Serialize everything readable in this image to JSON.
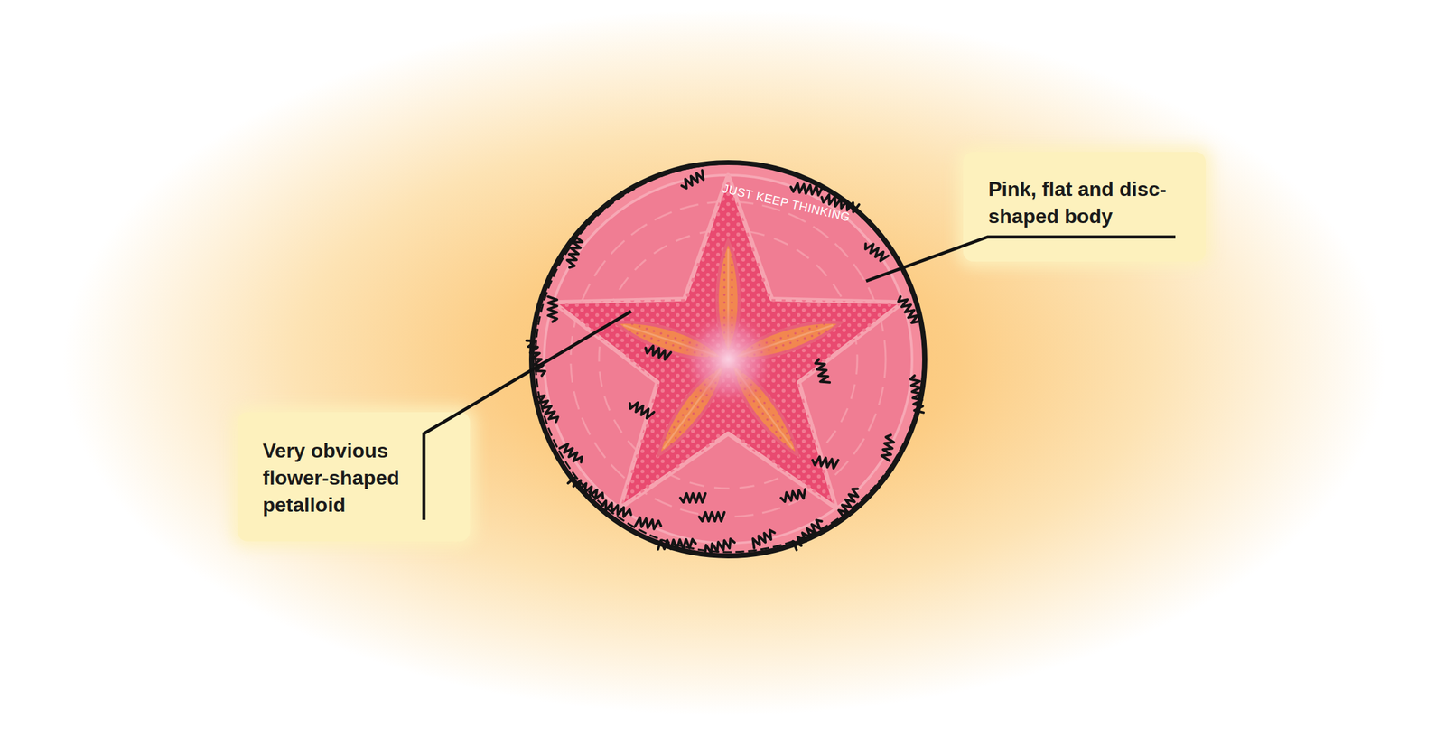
{
  "diagram": {
    "nodes": [
      {
        "text": [
          "Pink, flat and disc-shaped body"
        ]
      },
      {
        "text": [
          "Very obvious flower-shaped petalloid"
        ]
      }
    ],
    "labels": [
      "JUST KEEP THINKING"
    ]
  }
}
